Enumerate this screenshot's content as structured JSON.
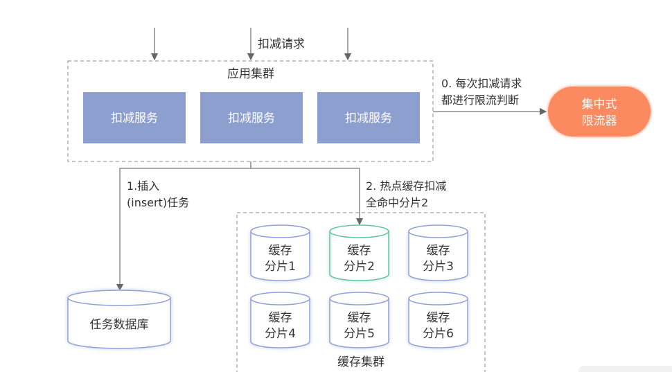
{
  "input_label": "扣减请求",
  "app_cluster": {
    "title": "应用集群",
    "services": [
      {
        "label": "扣减服务"
      },
      {
        "label": "扣减服务"
      },
      {
        "label": "扣减服务"
      }
    ]
  },
  "limit_edge": {
    "line1": "0. 每次扣减请求",
    "line2": "都进行限流判断"
  },
  "limiter": {
    "line1": "集中式",
    "line2": "限流器"
  },
  "insert_edge": {
    "line1": "1.插入",
    "line2": "(insert)任务"
  },
  "cache_edge": {
    "line1": "2. 热点缓存扣减",
    "line2": "全命中分片2"
  },
  "database": {
    "label": "任务数据库"
  },
  "cache_cluster": {
    "title": "缓存集群",
    "shards": [
      {
        "line1": "缓存",
        "line2": "分片1"
      },
      {
        "line1": "缓存",
        "line2": "分片2",
        "highlighted": true
      },
      {
        "line1": "缓存",
        "line2": "分片3"
      },
      {
        "line1": "缓存",
        "line2": "分片4"
      },
      {
        "line1": "缓存",
        "line2": "分片5"
      },
      {
        "line1": "缓存",
        "line2": "分片6"
      }
    ]
  },
  "colors": {
    "service": "#8c9fcf",
    "limiter": "#fb8a60",
    "cylinder": "#8fa0d8",
    "highlight": "#5cc79a",
    "arrow": "#777777",
    "dash": "#888888"
  }
}
